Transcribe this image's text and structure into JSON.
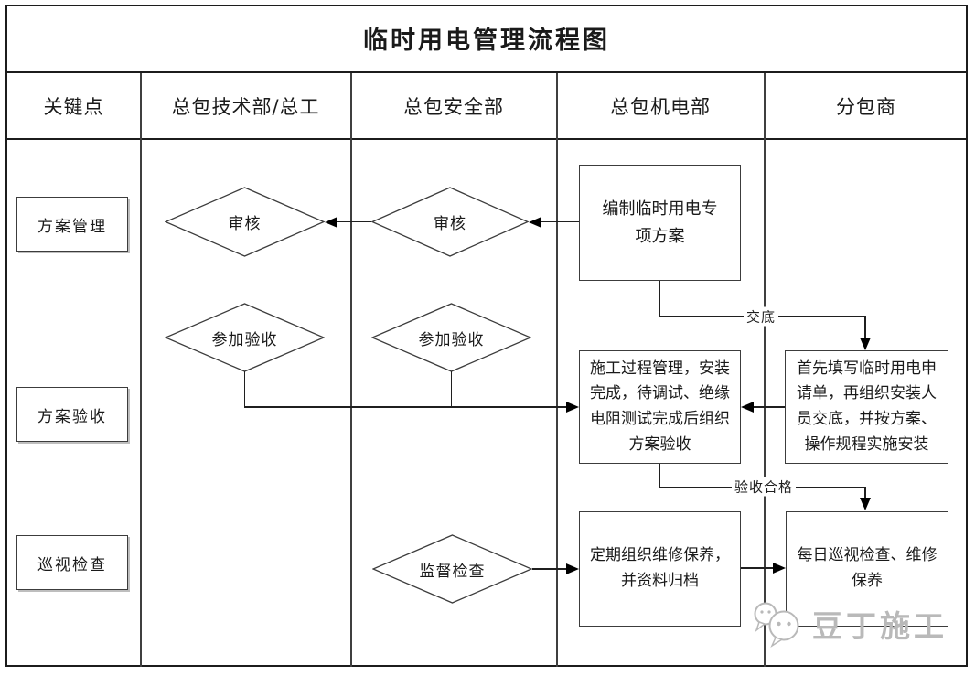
{
  "title": "临时用电管理流程图",
  "columns": [
    "关键点",
    "总包技术部/总工",
    "总包安全部",
    "总包机电部",
    "分包商"
  ],
  "nodes": {
    "kp_plan": "方案管理",
    "kp_accept": "方案验收",
    "kp_patrol": "巡视检查",
    "review_tech": "审核",
    "review_safety": "审核",
    "join_tech": "参加验收",
    "join_safety": "参加验收",
    "prepare": "编制临时用电专项方案",
    "process": "施工过程管理，安装完成，待调试、绝缘电阻测试完成后组织方案验收",
    "apply": "首先填写临时用电申请单，再组织安装人员交底，并按方案、操作规程实施安装",
    "supervise": "监督检查",
    "maintain": "定期组织维修保养，并资料归档",
    "daily": "每日巡视检查、维修保养"
  },
  "edge_labels": {
    "handover": "交底",
    "pass": "验收合格"
  },
  "watermark": "豆丁施工",
  "colors": {
    "outer_border": "#1c1c1c",
    "grid_line": "#3f3f3f",
    "connector": "#1f1f1f",
    "arrowhead": "#000000",
    "watermark": "#b9b9b9",
    "background": "#ffffff"
  }
}
